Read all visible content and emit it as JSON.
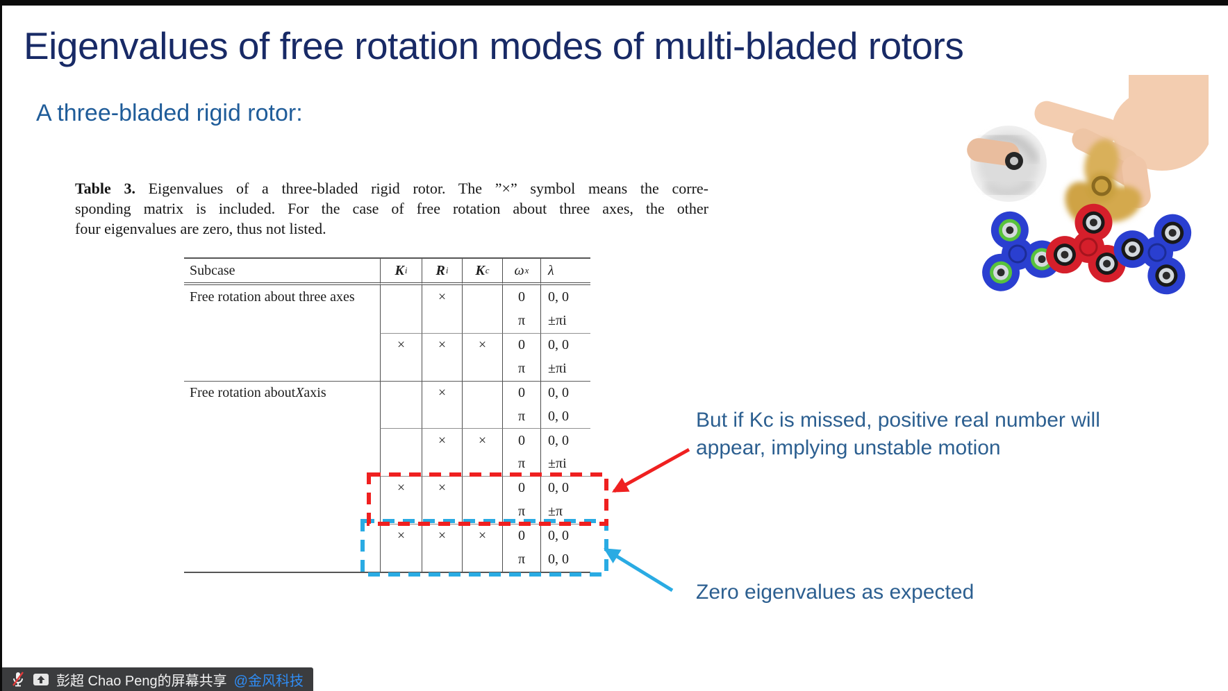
{
  "slide": {
    "title": "Eigenvalues of free rotation modes of multi-bladed rotors",
    "subtitle": "A three-bladed rigid rotor:",
    "caption": {
      "label": "Table 3.",
      "line1": " Eigenvalues of a three-bladed rigid rotor. The ”×” symbol means the corre-",
      "line2": "sponding matrix is included. For the case of free rotation about three axes, the other",
      "line3": "four eigenvalues are zero, thus not listed."
    },
    "annotation_unstable": "But if Kc is missed, positive real number will appear, implying unstable motion",
    "annotation_zero": "Zero eigenvalues as expected"
  },
  "table": {
    "headers": {
      "subcase": "Subcase",
      "ki": {
        "base": "K",
        "sub": "i"
      },
      "ri": {
        "base": "R",
        "sub": "i"
      },
      "kc": {
        "base": "K",
        "sub": "c"
      },
      "omega": {
        "base": "ω",
        "sub": "x"
      },
      "lambda": "λ"
    },
    "groups": [
      {
        "label_pre": "Free rotation about three axes",
        "label_math": "",
        "label_post": "",
        "marks": {
          "ki": "",
          "ri": "×",
          "kc": ""
        },
        "rows": [
          {
            "omega": "0",
            "lambda": "0, 0"
          },
          {
            "omega": "π",
            "lambda": "±πi"
          }
        ]
      },
      {
        "label_pre": "",
        "label_math": "",
        "label_post": "",
        "marks": {
          "ki": "×",
          "ri": "×",
          "kc": "×"
        },
        "rows": [
          {
            "omega": "0",
            "lambda": "0, 0"
          },
          {
            "omega": "π",
            "lambda": "±πi"
          }
        ]
      },
      {
        "label_pre": "Free rotation about ",
        "label_math": "X",
        "label_post": " axis",
        "marks": {
          "ki": "",
          "ri": "×",
          "kc": ""
        },
        "rows": [
          {
            "omega": "0",
            "lambda": "0, 0"
          },
          {
            "omega": "π",
            "lambda": "0, 0"
          }
        ]
      },
      {
        "label_pre": "",
        "label_math": "",
        "label_post": "",
        "marks": {
          "ki": "",
          "ri": "×",
          "kc": "×"
        },
        "rows": [
          {
            "omega": "0",
            "lambda": "0, 0"
          },
          {
            "omega": "π",
            "lambda": "±πi"
          }
        ]
      },
      {
        "label_pre": "",
        "label_math": "",
        "label_post": "",
        "marks": {
          "ki": "×",
          "ri": "×",
          "kc": ""
        },
        "rows": [
          {
            "omega": "0",
            "lambda": "0, 0"
          },
          {
            "omega": "π",
            "lambda": "±π"
          }
        ]
      },
      {
        "label_pre": "",
        "label_math": "",
        "label_post": "",
        "marks": {
          "ki": "×",
          "ri": "×",
          "kc": "×"
        },
        "rows": [
          {
            "omega": "0",
            "lambda": "0, 0"
          },
          {
            "omega": "π",
            "lambda": "0, 0"
          }
        ]
      }
    ]
  },
  "share_bar": {
    "presenter": "彭超 Chao Peng的屏幕共享",
    "mention": "@金风科技"
  },
  "icons": {
    "mic": "mic-muted-icon",
    "share": "screen-share-icon",
    "illustration": "fidget-spinner-photo"
  },
  "colors": {
    "title": "#182a66",
    "subtitle": "#1f5c99",
    "annotation": "#2c5f90",
    "box_red": "#ef2020",
    "box_blue": "#2aabe3",
    "mention_blue": "#2f8df5"
  }
}
